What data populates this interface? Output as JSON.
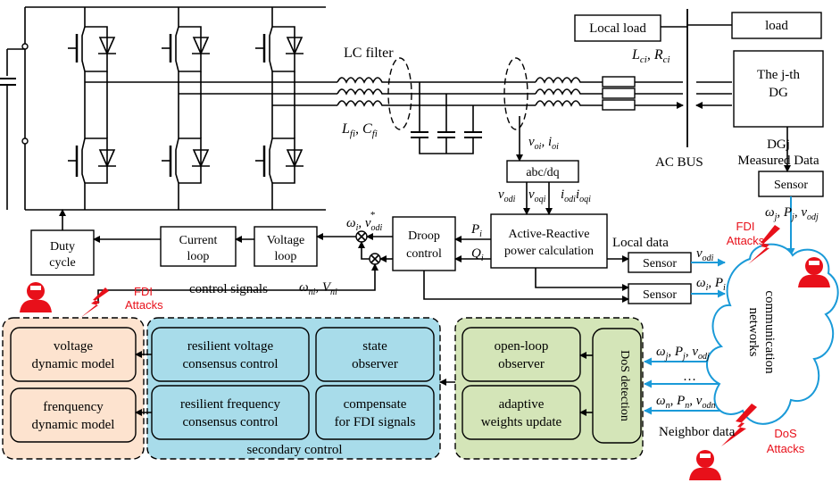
{
  "labels": {
    "lc_filter": "LC filter",
    "local_load": "Local load",
    "load": "load",
    "lci": "L",
    "lci_sub": "ci",
    "rci": "R",
    "rci_sub": "ci",
    "lfi": "L",
    "lfi_sub": "fi",
    "cfi": "C",
    "cfi_sub": "fi",
    "jth_dg_line1": "The j-th",
    "jth_dg_line2": "DG",
    "dgj_line1": "DGj",
    "dgj_line2": "Measured Data",
    "ac_bus": "AC BUS",
    "voi_ioi": "v",
    "abc_dq": "abc/dq",
    "vodi": "v",
    "voqi": "v",
    "iodi_ioqi": "i",
    "sensor_top": "Sensor",
    "omega_pj_vodj": "ω",
    "fdi_attacks_right_1": "FDI",
    "fdi_attacks_right_2": "Attacks",
    "duty_cycle_1": "Duty",
    "duty_cycle_2": "cycle",
    "current_loop_1": "Current",
    "current_loop_2": "loop",
    "voltage_loop_1": "Voltage",
    "voltage_loop_2": "loop",
    "omega_vodi_star": "ω",
    "droop_control_1": "Droop",
    "droop_control_2": "control",
    "pi": "P",
    "qi": "Q",
    "arpc_1": "Active-Reactive",
    "arpc_2": "power calculation",
    "local_data": "Local data",
    "sensor_a": "Sensor",
    "sensor_b": "Sensor",
    "vodi_right": "v",
    "omega_pi": "ω",
    "omega_ni_vni": "ω",
    "control_signals": "control signals",
    "fdi_attacks_left_1": "FDI",
    "fdi_attacks_left_2": "Attacks",
    "voltage_dyn_1": "voltage",
    "voltage_dyn_2": "dynamic model",
    "freq_dyn_1": "frenquency",
    "freq_dyn_2": "dynamic model",
    "rvcc_1": "resilient voltage",
    "rvcc_2": "consensus control",
    "state_obs_1": "state",
    "state_obs_2": "observer",
    "rfcc_1": "resilient frequency",
    "rfcc_2": "consensus control",
    "comp_1": "compensate",
    "comp_2": "for FDI signals",
    "secondary_control": "secondary control",
    "olo_1": "open-loop",
    "olo_2": "observer",
    "dos_detection": "DoS detection",
    "awu_1": "adaptive",
    "awu_2": "weights update",
    "comm_1": "communication",
    "comm_2": "networks",
    "neighbor_data": "Neighbor data",
    "dos_attacks_1": "DoS",
    "dos_attacks_2": "Attacks",
    "ellipsis": "…",
    "omega_j_row": "ω",
    "omega_n_row": "ω"
  },
  "colors": {
    "orange_fill": "#fde3cf",
    "blue_fill": "#a8dcea",
    "green_fill": "#d4e5b8",
    "blue_line": "#1a9ad8",
    "red": "#e8101a"
  }
}
